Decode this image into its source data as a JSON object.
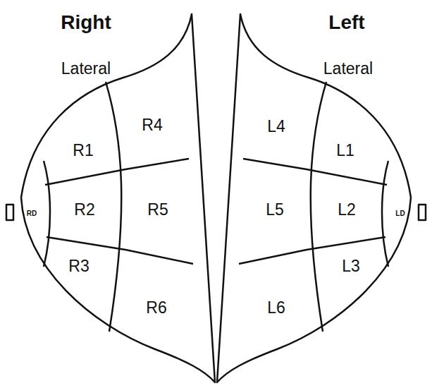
{
  "diagram": {
    "labels": [
      "Right",
      "Lateral",
      "R1",
      "R2",
      "R3",
      "R4",
      "R5",
      "R6",
      "RD",
      "Left",
      "Lateral",
      "L4",
      "L1",
      "L5",
      "L2",
      "L6",
      "L3",
      "LD"
    ]
  }
}
